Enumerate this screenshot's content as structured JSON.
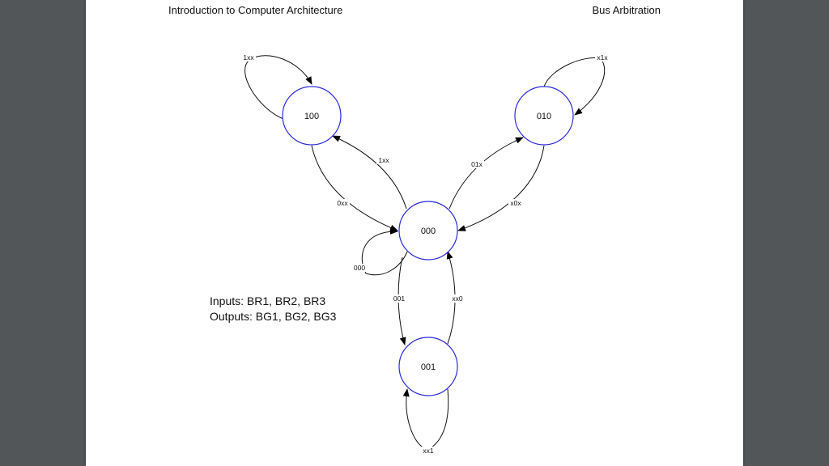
{
  "viewer": {
    "background_color": "#525659"
  },
  "page": {
    "header": {
      "left": "Introduction to Computer Architecture",
      "right": "Bus Arbitration"
    },
    "legend": {
      "inputs": "Inputs:  BR1, BR2, BR3",
      "outputs": "Outputs:  BG1, BG2, BG3"
    },
    "diagram": {
      "node_stroke_color": "#2b2bd9",
      "states": [
        {
          "id": "s100",
          "label": "100"
        },
        {
          "id": "s010",
          "label": "010"
        },
        {
          "id": "s000",
          "label": "000"
        },
        {
          "id": "s001",
          "label": "001"
        }
      ],
      "transitions": [
        {
          "from": "100",
          "to": "100",
          "label": "1xx"
        },
        {
          "from": "010",
          "to": "010",
          "label": "x1x"
        },
        {
          "from": "000",
          "to": "100",
          "label": "1xx"
        },
        {
          "from": "000",
          "to": "010",
          "label": "01x"
        },
        {
          "from": "100",
          "to": "000",
          "label": "0xx"
        },
        {
          "from": "010",
          "to": "000",
          "label": "x0x"
        },
        {
          "from": "000",
          "to": "000",
          "label": "000"
        },
        {
          "from": "000",
          "to": "001",
          "label": "001"
        },
        {
          "from": "001",
          "to": "000",
          "label": "xx0"
        },
        {
          "from": "001",
          "to": "001",
          "label": "xx1"
        }
      ]
    }
  }
}
